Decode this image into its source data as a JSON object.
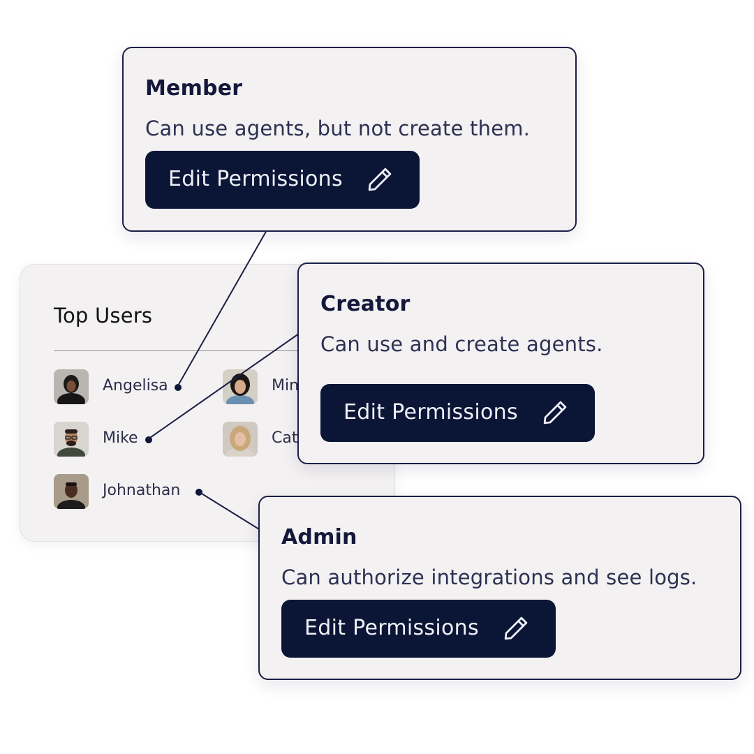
{
  "top_users": {
    "title": "Top Users",
    "users": [
      {
        "name": "Angelisa"
      },
      {
        "name": "Mike"
      },
      {
        "name": "Johnathan"
      },
      {
        "name": "Min"
      },
      {
        "name": "Cat"
      }
    ]
  },
  "roles": [
    {
      "title": "Member",
      "description": "Can use agents, but not create them.",
      "button_label": "Edit Permissions",
      "button_icon": "pencil-icon"
    },
    {
      "title": "Creator",
      "description": "Can use and create agents.",
      "button_label": "Edit Permissions",
      "button_icon": "pencil-icon"
    },
    {
      "title": "Admin",
      "description": "Can authorize integrations and see logs.",
      "button_label": "Edit Permissions",
      "button_icon": "pencil-icon"
    }
  ],
  "colors": {
    "navy": "#0b1536",
    "card_bg": "#f3f1f2",
    "border": "#1a1f45",
    "text": "#14183b"
  }
}
